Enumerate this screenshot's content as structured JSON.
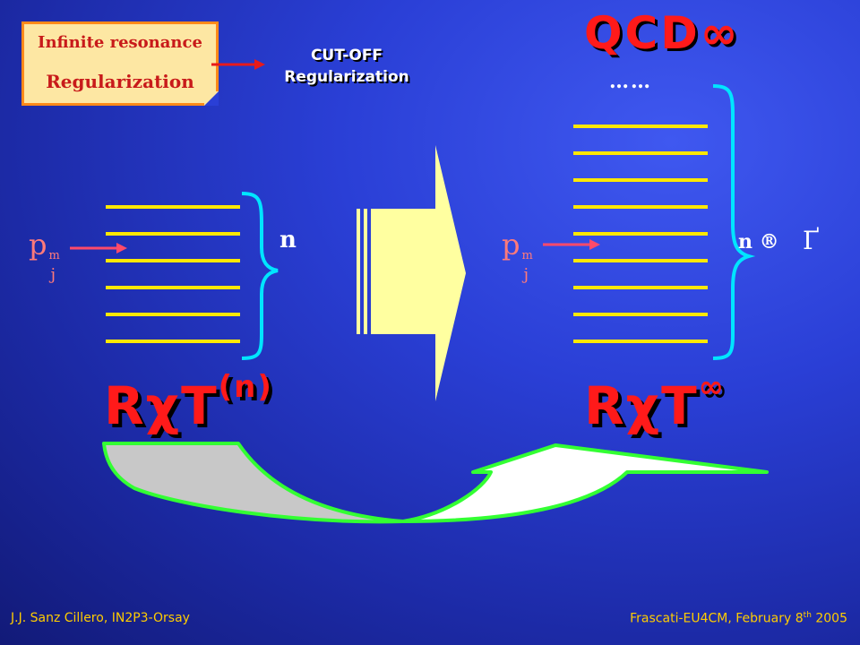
{
  "callout": {
    "line1": "Infinite resonance",
    "line2": "Regularization"
  },
  "cutoff": {
    "line1": "CUT-OFF",
    "line2": "Regularization"
  },
  "qcd": {
    "title": "QCD",
    "infinity": "∞",
    "dots": "……"
  },
  "left": {
    "p_base": "p",
    "p_sup": "m",
    "p_sub": "j",
    "n_label": "n",
    "model_base": "RχT",
    "model_sup": "(n)"
  },
  "right": {
    "p_base": "p",
    "p_sup": "m",
    "p_sub": "j",
    "n_label": "n ®",
    "n_symbol": "Ґ",
    "model_base": "RχT",
    "model_sup": "∞"
  },
  "footer": {
    "author": "J.J. Sanz Cillero, IN2P3-Orsay",
    "event": "Frascati-EU4CM, February 8",
    "event_sup": "th",
    "year": " 2005"
  },
  "colors": {
    "lines": "#ffe800",
    "brace": "#00e5ff",
    "arrow_fill": "#ffffa0",
    "accent_red": "#ff1a1a",
    "loop_green": "#33ff33"
  }
}
